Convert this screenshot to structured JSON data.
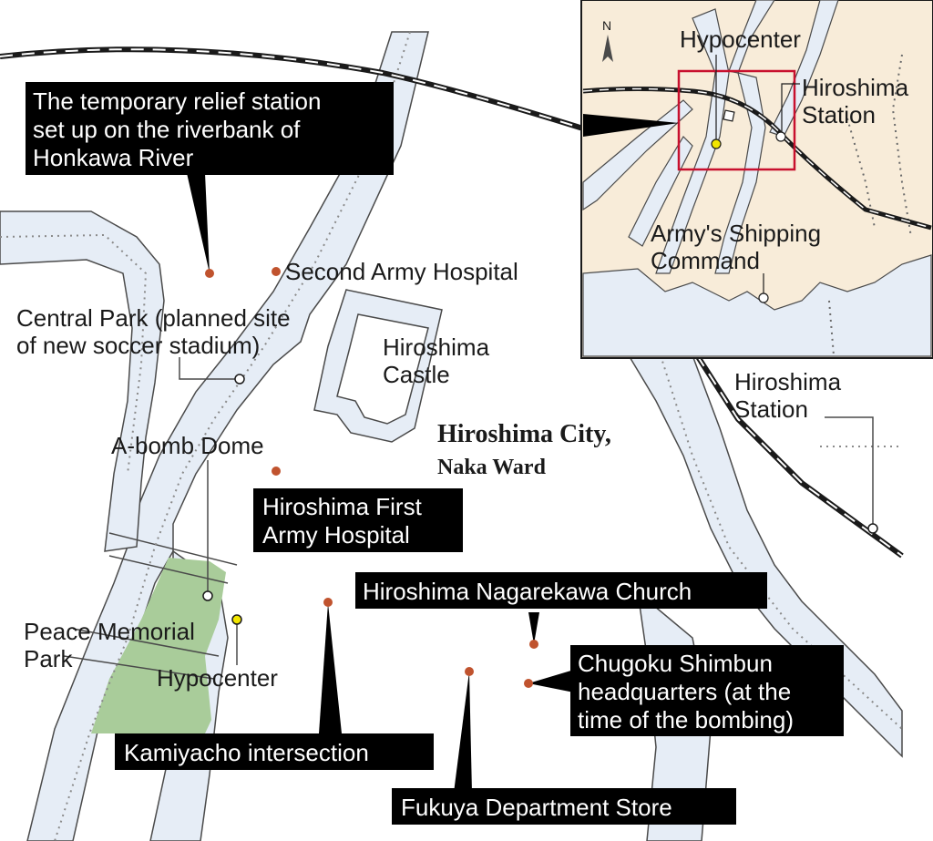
{
  "title": {
    "city": "Hiroshima City,",
    "ward": "Naka Ward"
  },
  "callouts": {
    "relief_station": [
      "The temporary relief station",
      "set up on the riverbank of",
      "Honkawa River"
    ],
    "first_army_hospital": [
      "Hiroshima First",
      "Army Hospital"
    ],
    "nagarekawa_church": "Hiroshima Nagarekawa Church",
    "chugoku_shimbun": [
      "Chugoku Shimbun",
      "headquarters (at the",
      "time of the bombing)"
    ],
    "kamiyacho": "Kamiyacho intersection",
    "fukuya": "Fukuya Department Store"
  },
  "labels": {
    "second_army_hospital": "Second Army Hospital",
    "central_park": [
      "Central Park (planned site",
      "of new soccer stadium)"
    ],
    "castle": [
      "Hiroshima",
      "Castle"
    ],
    "dome": "A-bomb Dome",
    "peace_park": [
      "Peace Memorial",
      "Park"
    ],
    "hypocenter": "Hypocenter",
    "station": [
      "Hiroshima",
      "Station"
    ]
  },
  "inset": {
    "north": "N",
    "hypocenter": "Hypocenter",
    "station": [
      "Hiroshima",
      "Station"
    ],
    "shipping": [
      "Army's Shipping",
      "Command"
    ]
  },
  "colors": {
    "water": "#e6edf6",
    "land_inset": "#f8ecd9",
    "park": "#a9cc9a",
    "marker_red": "#c0532e",
    "marker_yellow": "#f2e600",
    "inset_frame": "#c8102e",
    "callout_bg": "#000000"
  }
}
